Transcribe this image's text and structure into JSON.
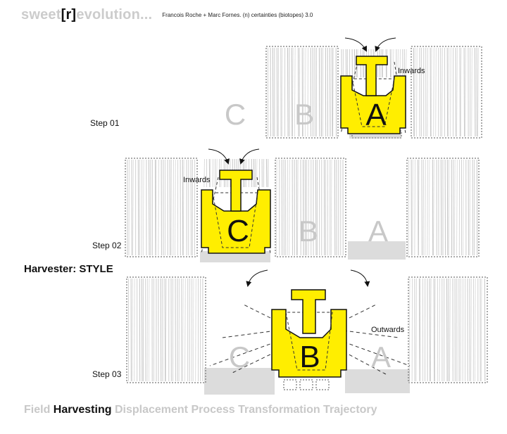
{
  "header": {
    "brand_prefix": "sweet",
    "brand_bracket": "[r]",
    "brand_suffix": "evolution...",
    "credit": "Francois Roche + Marc Fornes. (n) certainties (biotopes) 3.0"
  },
  "section_title": "Harvester: STYLE",
  "steps": [
    {
      "label": "Step 01",
      "letters": [
        "C",
        "B",
        "A"
      ],
      "active": "A",
      "annotation": "Inwards"
    },
    {
      "label": "Step 02",
      "letters": [
        "C",
        "B",
        "A"
      ],
      "active": "C",
      "annotation": "Inwards"
    },
    {
      "label": "Step 03",
      "letters": [
        "C",
        "B",
        "A"
      ],
      "active": "B",
      "annotation": "Outwards"
    }
  ],
  "footer": {
    "pre": "Field",
    "highlight": "Harvesting",
    "post": "Displacement Process Transformation Trajectory"
  },
  "colors": {
    "harvester_fill": "#ffee00",
    "harvester_stroke": "#111111",
    "ghost_letter": "#c8c8c8",
    "field_hatch": "#c4c4c4"
  }
}
